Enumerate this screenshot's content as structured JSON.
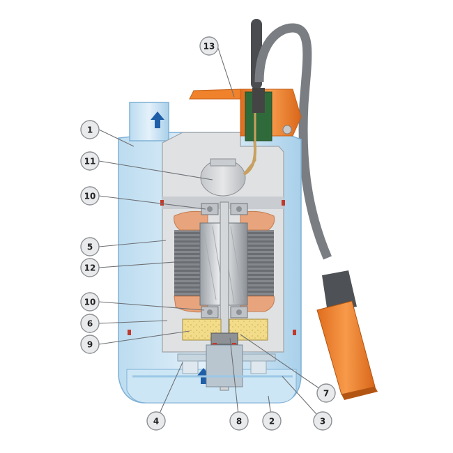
{
  "callouts": [
    {
      "label": "1"
    },
    {
      "label": "11"
    },
    {
      "label": "10"
    },
    {
      "label": "5"
    },
    {
      "label": "12"
    },
    {
      "label": "10"
    },
    {
      "label": "6"
    },
    {
      "label": "9"
    },
    {
      "label": "13"
    },
    {
      "label": "7"
    },
    {
      "label": "3"
    },
    {
      "label": "2"
    },
    {
      "label": "8"
    },
    {
      "label": "4"
    }
  ],
  "colors": {
    "casing": "#cfe6f4",
    "casing_dark": "#9cc8e6",
    "motor_gray": "#cfd2d5",
    "coil": "#e8a47c",
    "float_orange": "#f0822c",
    "cable": "#6b6e72",
    "flow_arrow": "#1f5fa8"
  }
}
